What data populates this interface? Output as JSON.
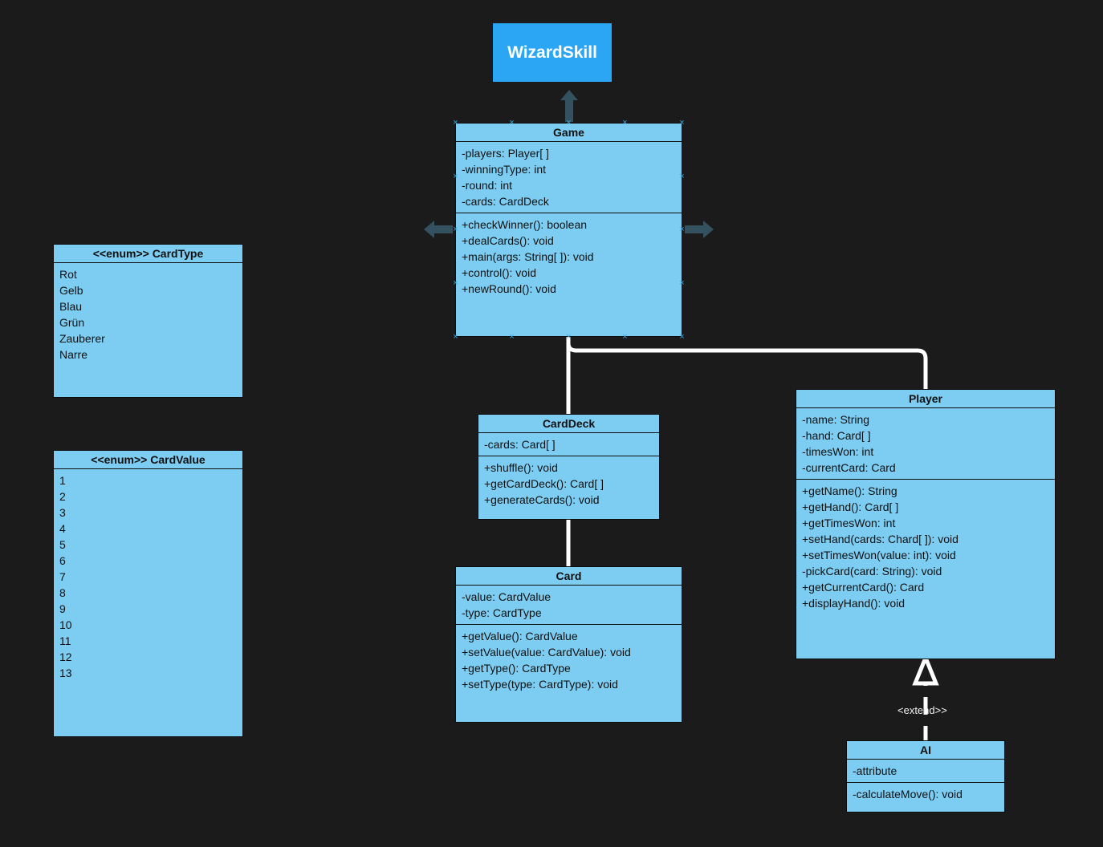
{
  "diagram": {
    "title": "WizardSkill",
    "background_color": "#1b1b1b",
    "class_fill_color": "#7dcdf2",
    "root_fill_color": "#2ba6f5",
    "connector_color": "#ffffff",
    "selection_color": "#3aa8e0"
  },
  "root": {
    "label": "WizardSkill"
  },
  "classes": {
    "game": {
      "name": "Game",
      "attributes": [
        "-players: Player[ ]",
        "-winningType: int",
        "-round: int",
        "-cards: CardDeck"
      ],
      "methods": [
        "+checkWinner(): boolean",
        "+dealCards(): void",
        "+main(args: String[ ]): void",
        "+control(): void",
        "+newRound(): void"
      ]
    },
    "card_deck": {
      "name": "CardDeck",
      "attributes": [
        "-cards: Card[ ]"
      ],
      "methods": [
        "+shuffle(): void",
        "+getCardDeck(): Card[ ]",
        "+generateCards(): void"
      ]
    },
    "card": {
      "name": "Card",
      "attributes": [
        "-value: CardValue",
        "-type: CardType"
      ],
      "methods": [
        "+getValue(): CardValue",
        "+setValue(value: CardValue): void",
        "+getType(): CardType",
        "+setType(type: CardType): void"
      ]
    },
    "player": {
      "name": "Player",
      "attributes": [
        "-name: String",
        "-hand: Card[ ]",
        "-timesWon: int",
        "-currentCard: Card"
      ],
      "methods": [
        "+getName(): String",
        "+getHand(): Card[ ]",
        "+getTimesWon: int",
        "+setHand(cards: Chard[ ]): void",
        "+setTimesWon(value: int): void",
        "-pickCard(card: String): void",
        "+getCurrentCard(): Card",
        "+displayHand(): void"
      ]
    },
    "ai": {
      "name": "AI",
      "attributes": [
        "-attribute"
      ],
      "methods": [
        "-calculateMove(): void"
      ]
    }
  },
  "enums": {
    "card_type": {
      "name": "<<enum>> CardType",
      "values": [
        "Rot",
        "Gelb",
        "Blau",
        "Grün",
        "Zauberer",
        "Narre"
      ]
    },
    "card_value": {
      "name": "<<enum>> CardValue",
      "values": [
        "1",
        "2",
        "3",
        "4",
        "5",
        "6",
        "7",
        "8",
        "9",
        "10",
        "11",
        "12",
        "13"
      ]
    }
  },
  "relations": {
    "extend_label": "<extend>>"
  },
  "handles": {
    "glyph": "×"
  }
}
